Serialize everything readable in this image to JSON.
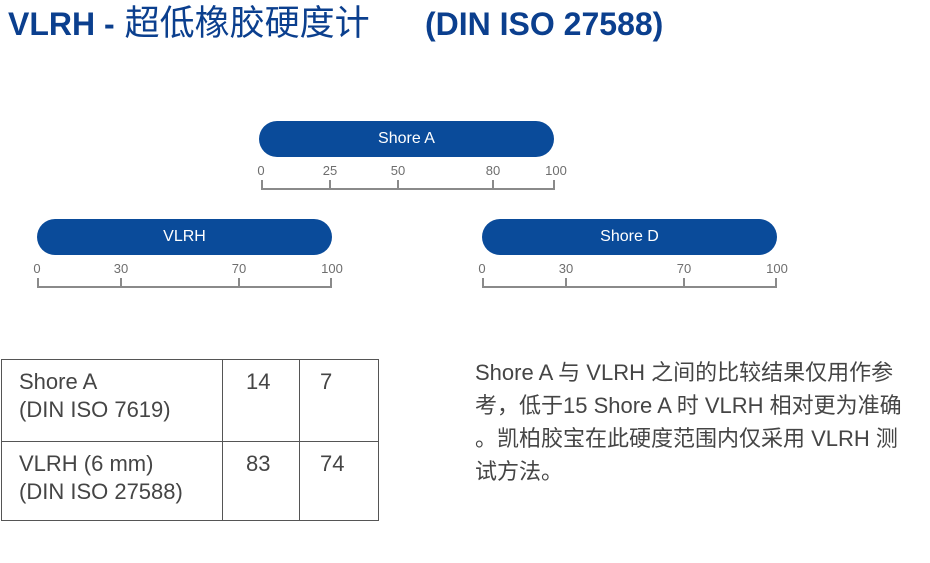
{
  "title": {
    "main": "VLRH -",
    "sub": "超低橡胶硬度计",
    "standard": "(DIN ISO 27588)"
  },
  "scales": [
    {
      "label": "Shore A",
      "ticks": [
        0,
        25,
        50,
        80,
        100
      ]
    },
    {
      "label": "VLRH",
      "ticks": [
        0,
        30,
        70,
        100
      ]
    },
    {
      "label": "Shore D",
      "ticks": [
        0,
        30,
        70,
        100
      ]
    }
  ],
  "table": {
    "rows": [
      {
        "name_line1": "Shore A",
        "name_line2": "(DIN ISO 7619)",
        "values": [
          "14",
          "7"
        ]
      },
      {
        "name_line1": "VLRH (6 mm)",
        "name_line2": "(DIN ISO 27588)",
        "values": [
          "83",
          "74"
        ]
      }
    ]
  },
  "note": {
    "lines": [
      "Shore A 与 VLRH 之间的比较结果仅用作参",
      "考，低于15 Shore A 时 VLRH 相对更为准确",
      "。凯柏胶宝在此硬度范围内仅采用 VLRH 测",
      "试方法。"
    ]
  },
  "colors": {
    "title_blue": "#0b3f8e",
    "pill_blue": "#0a4b9a",
    "scale_gray": "#8a8a8a",
    "text_gray": "#454545"
  }
}
